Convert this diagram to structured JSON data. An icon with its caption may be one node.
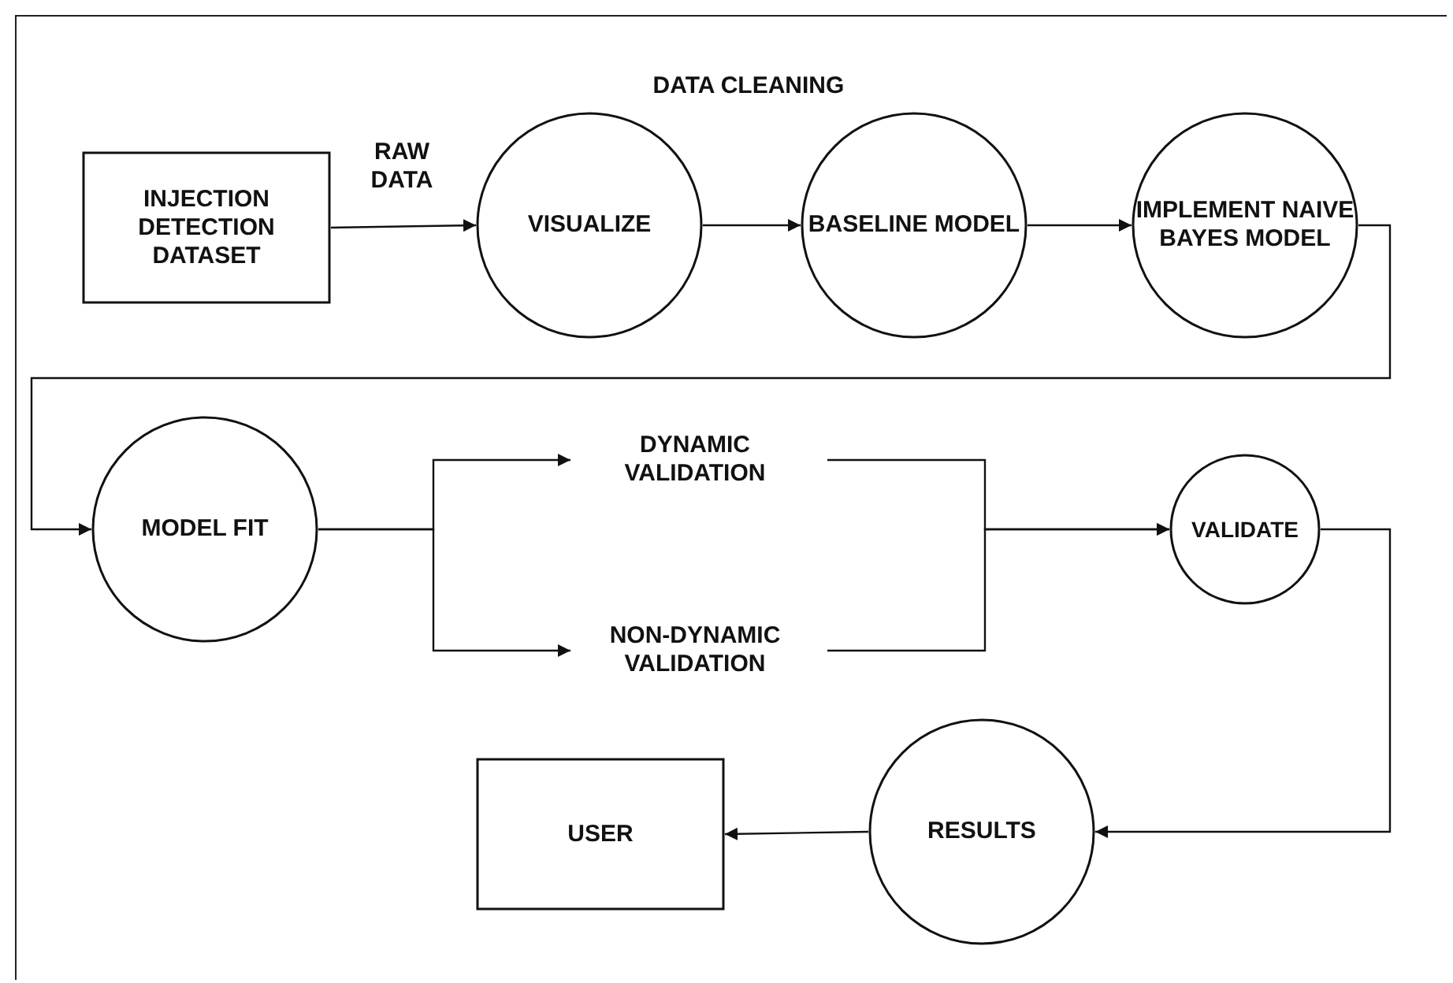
{
  "diagram": {
    "nodes": [
      {
        "text": [
          "INJECTION DETECTION DATASET"
        ]
      },
      {
        "text": [
          "VISUALIZE"
        ]
      },
      {
        "text": [
          "BASELINE MODEL"
        ]
      },
      {
        "text": [
          "IMPLEMENT NAIVE BAYES MODEL"
        ]
      },
      {
        "text": [
          "MODEL FIT"
        ]
      },
      {
        "text": [
          "DYNAMIC VALIDATION"
        ]
      },
      {
        "text": [
          "NON-DYNAMIC VALIDATION"
        ]
      },
      {
        "text": [
          "VALIDATE"
        ]
      },
      {
        "text": [
          "RESULTS"
        ]
      },
      {
        "text": [
          "USER"
        ]
      }
    ],
    "edges": [
      {
        "from": 0,
        "to": 1,
        "arrow": "to",
        "label": "RAW DATA"
      },
      {
        "from": 1,
        "to": 2,
        "arrow": "to"
      },
      {
        "from": 2,
        "to": 3,
        "arrow": "to"
      },
      {
        "from": 3,
        "to": 4,
        "arrow": "to"
      },
      {
        "from": 4,
        "to": 5,
        "arrow": "to"
      },
      {
        "from": 4,
        "to": 6,
        "arrow": "to"
      },
      {
        "from": 5,
        "to": 7,
        "arrow": "to"
      },
      {
        "from": 6,
        "to": 7,
        "arrow": "to"
      },
      {
        "from": 7,
        "to": 8,
        "arrow": "to"
      },
      {
        "from": 8,
        "to": 9,
        "arrow": "to"
      }
    ],
    "labels": [
      "DATA CLEANING"
    ]
  }
}
